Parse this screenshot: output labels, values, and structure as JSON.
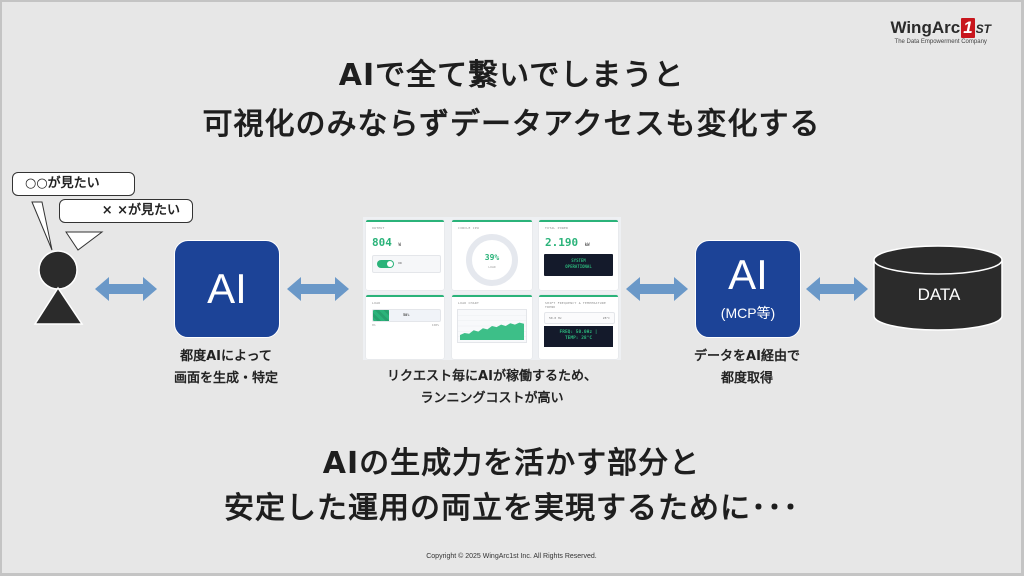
{
  "brand": {
    "logo_word": "WingArc",
    "logo_one": "1",
    "logo_st": "ST",
    "tagline": "The Data Empowerment Company",
    "accent": "#c8161d"
  },
  "heading": {
    "line1": "AIで全て繋いでしまうと",
    "line2": "可視化のみならずデータアクセスも変化する"
  },
  "user": {
    "bubble1": "○○が見たい",
    "bubble2": "× ×が見たい"
  },
  "ai_left": {
    "label": "AI",
    "caption_line1": "都度AIによって",
    "caption_line2": "画面を生成・特定",
    "color": "#1c4397"
  },
  "dashboard": {
    "caption_line1": "リクエスト毎にAIが稼働するため、",
    "caption_line2": "ランニングコストが高い",
    "accent": "#2bb37a",
    "cards": {
      "output": {
        "label": "OUTPUT",
        "value": "804",
        "unit": "W",
        "toggle_label": "ON"
      },
      "cpu": {
        "label": "CIRCLE CPU",
        "value": "39%",
        "sub": "LOAD",
        "progress": 0.39
      },
      "power": {
        "label": "TOTAL POWER",
        "value": "2.190",
        "unit": "kW",
        "status_line1": "SYSTEM",
        "status_line2": "OPERATIONAL"
      },
      "load": {
        "label": "LOAD",
        "value": "58%",
        "progress": 0.58,
        "min": "0%",
        "max": "100%"
      },
      "chart": {
        "label": "LOAD CHART",
        "points": [
          0.18,
          0.25,
          0.22,
          0.35,
          0.3,
          0.42,
          0.38,
          0.5,
          0.46,
          0.55,
          0.5,
          0.6,
          0.55,
          0.62,
          0.58
        ]
      },
      "freq": {
        "label": "SHIFT FREQUENCY & TEMPERATURE TREND",
        "freq_val": "50.0 Hz",
        "temp_val": "28°C",
        "line1": "FREQ: 50.0Hz |",
        "line2": "TEMP: 28°C"
      }
    }
  },
  "ai_right": {
    "label": "AI",
    "sub": "(MCP等)",
    "caption_line1": "データをAI経由で",
    "caption_line2": "都度取得"
  },
  "database": {
    "label": "DATA",
    "color": "#2b2b2b"
  },
  "arrow_color": "#6a98c8",
  "conclusion": {
    "line1": "AIの生成力を活かす部分と",
    "line2": "安定した運用の両立を実現するために･･･"
  },
  "footer": {
    "copyright": "Copyright © 2025 WingArc1st Inc.  All Rights Reserved."
  }
}
